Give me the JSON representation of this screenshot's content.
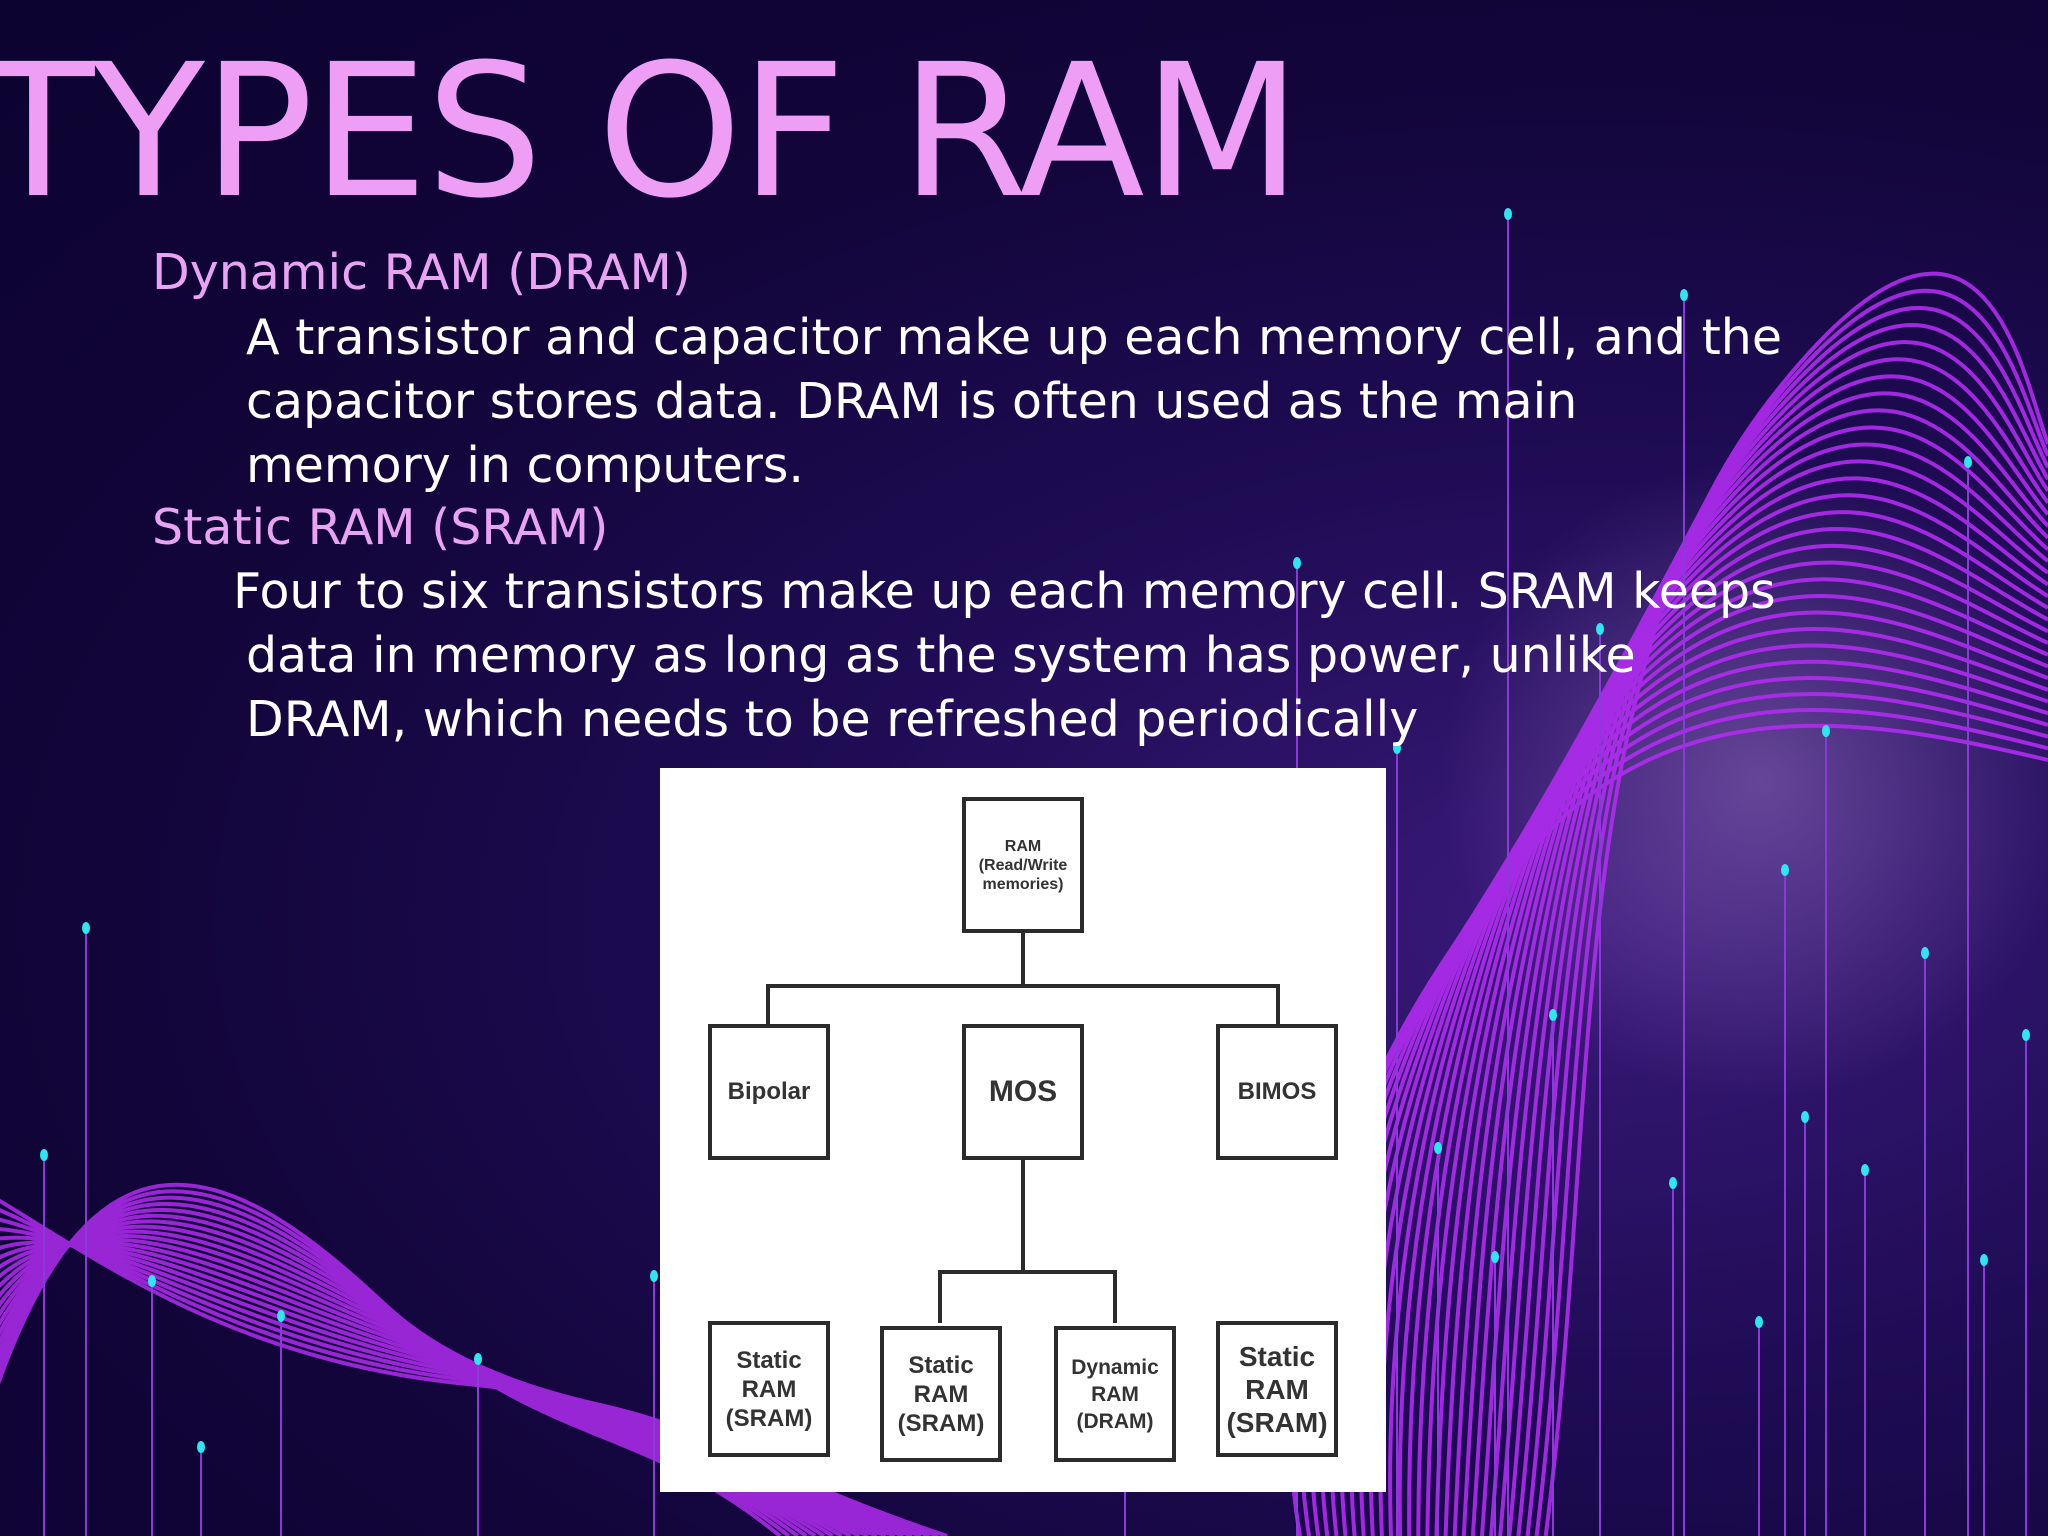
{
  "slide": {
    "title": "TYPES OF RAM",
    "sections": [
      {
        "heading": "Dynamic RAM (DRAM)",
        "lines": [
          "A transistor and capacitor make up each memory cell, and the",
          "capacitor stores data. DRAM is often used as the main",
          "memory in computers."
        ]
      },
      {
        "heading": "Static RAM (SRAM)",
        "lines": [
          "Four to six transistors make up each memory cell. SRAM keeps",
          "data in memory as long as the system has power, unlike",
          "DRAM, which needs to be refreshed periodically"
        ]
      }
    ]
  },
  "diagram": {
    "root": "RAM\n(Read/Write\nmemories)",
    "level1": [
      "Bipolar",
      "MOS",
      "BIMOS"
    ],
    "level2": [
      "Static\nRAM\n(SRAM)",
      "Static\nRAM\n(SRAM)",
      "Dynamic\nRAM\n(DRAM)",
      "Static\nRAM\n(SRAM)"
    ]
  },
  "colors": {
    "title": "#ee9ff5",
    "heading": "#e8a4f2",
    "body_text": "#ffffff",
    "wave": "#b02cf0",
    "dot": "#2ee6f0"
  }
}
